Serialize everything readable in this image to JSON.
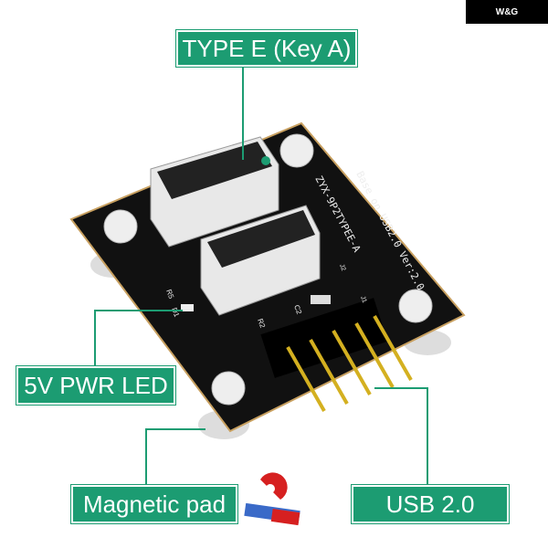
{
  "brand": "W&G",
  "labels": {
    "type_e": "TYPE E (Key A)",
    "pwr_led": "5V PWR LED",
    "magnetic_pad": "Magnetic pad",
    "usb": "USB 2.0"
  },
  "silkscreen": {
    "line1": "Base on USB2.0  Ver:2.0",
    "line2": "ZYX-9P2TYPEE-A",
    "r5": "R5",
    "d1": "D1",
    "c2": "C2",
    "r2": "R2",
    "j1": "J1",
    "j2": "J2"
  },
  "colors": {
    "accent": "#1c9c72",
    "board": "#111111"
  }
}
